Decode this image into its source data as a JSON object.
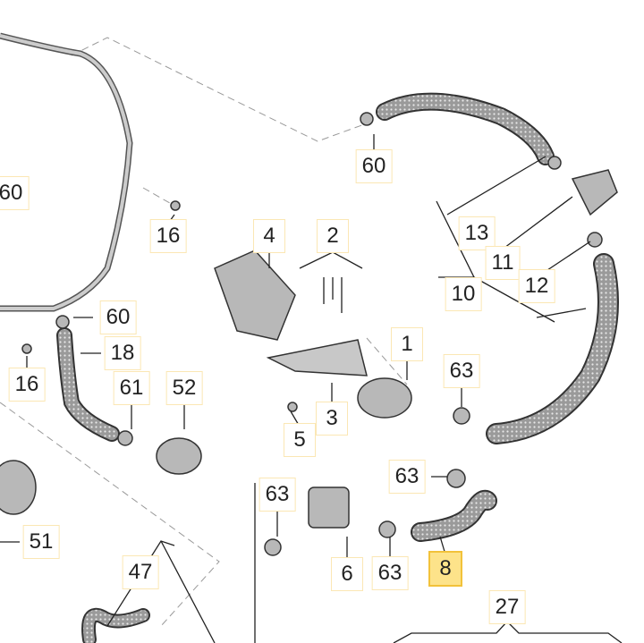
{
  "diagram": {
    "callouts": [
      {
        "id": "60a",
        "text": "60"
      },
      {
        "id": "60b",
        "text": "60"
      },
      {
        "id": "16a",
        "text": "16"
      },
      {
        "id": "4",
        "text": "4"
      },
      {
        "id": "2",
        "text": "2"
      },
      {
        "id": "13",
        "text": "13"
      },
      {
        "id": "11",
        "text": "11"
      },
      {
        "id": "12",
        "text": "12"
      },
      {
        "id": "10",
        "text": "10"
      },
      {
        "id": "60c",
        "text": "60"
      },
      {
        "id": "18",
        "text": "18"
      },
      {
        "id": "1",
        "text": "1"
      },
      {
        "id": "16b",
        "text": "16"
      },
      {
        "id": "61",
        "text": "61"
      },
      {
        "id": "52",
        "text": "52"
      },
      {
        "id": "63a",
        "text": "63"
      },
      {
        "id": "3",
        "text": "3"
      },
      {
        "id": "5",
        "text": "5"
      },
      {
        "id": "63b",
        "text": "63"
      },
      {
        "id": "63c",
        "text": "63"
      },
      {
        "id": "6",
        "text": "6"
      },
      {
        "id": "63d",
        "text": "63"
      },
      {
        "id": "8",
        "text": "8",
        "highlighted": true
      },
      {
        "id": "47",
        "text": "47"
      },
      {
        "id": "51",
        "text": "51"
      },
      {
        "id": "27",
        "text": "27"
      }
    ],
    "colors": {
      "highlight_fill": "#fde38a",
      "highlight_border": "#f2c23a",
      "label_border": "#fbe7b4",
      "part": "#8a8a8a"
    }
  }
}
